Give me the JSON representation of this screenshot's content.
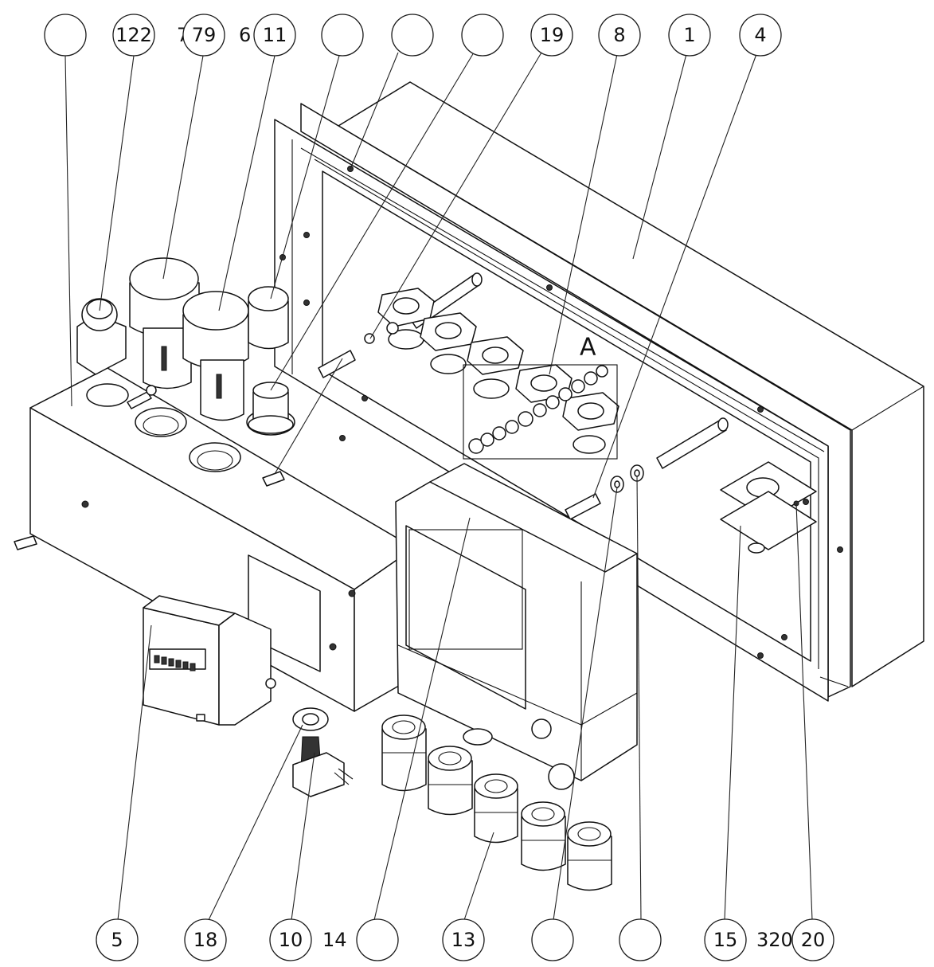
{
  "balloons": [
    {
      "id": "b-top-1",
      "label": ""
    },
    {
      "id": "b-top-2",
      "label": "122"
    },
    {
      "id": "b-top-3",
      "label": "79"
    },
    {
      "id": "b-top-4",
      "label": "11"
    },
    {
      "id": "b-top-5",
      "label": ""
    },
    {
      "id": "b-top-6",
      "label": ""
    },
    {
      "id": "b-top-7",
      "label": ""
    },
    {
      "id": "b-top-8",
      "label": "19"
    },
    {
      "id": "b-top-9",
      "label": "8"
    },
    {
      "id": "b-top-10",
      "label": "1"
    },
    {
      "id": "b-top-11",
      "label": "4"
    },
    {
      "id": "b-bot-1",
      "label": "5"
    },
    {
      "id": "b-bot-2",
      "label": "18"
    },
    {
      "id": "b-bot-3",
      "label": "10"
    },
    {
      "id": "b-bot-4",
      "label": ""
    },
    {
      "id": "b-bot-5",
      "label": "13"
    },
    {
      "id": "b-bot-6",
      "label": ""
    },
    {
      "id": "b-bot-7",
      "label": ""
    },
    {
      "id": "b-bot-8",
      "label": "15"
    },
    {
      "id": "b-bot-9",
      "label": "20"
    }
  ],
  "free_labels": {
    "top_7": "7",
    "top_6": "6",
    "bottom_14": "14",
    "bottom_320": "320"
  },
  "detail_label": "A"
}
